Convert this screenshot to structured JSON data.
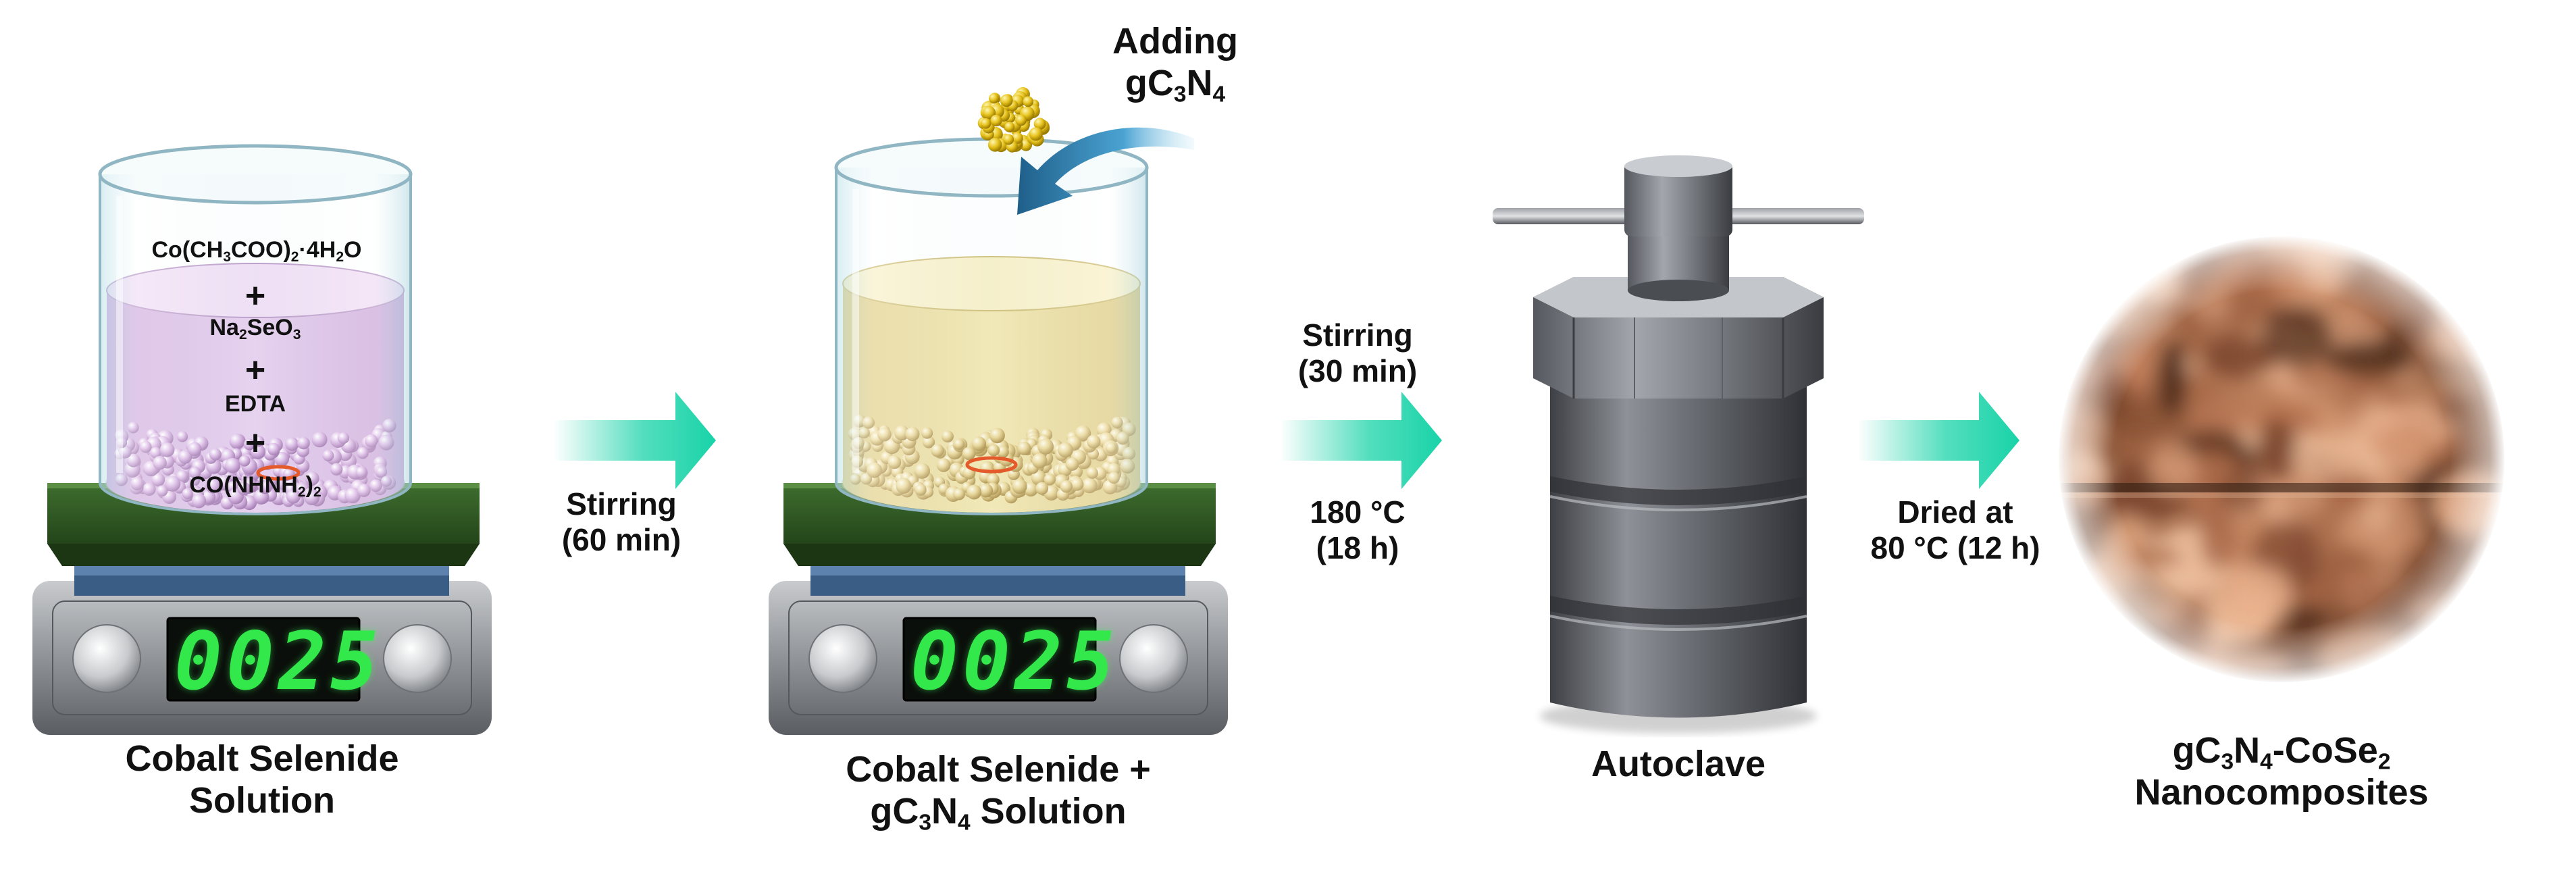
{
  "stages": {
    "cobalt_solution": {
      "caption_lines": [
        "Cobalt Selenide",
        "Solution"
      ],
      "reagents": [
        "Co(CH3COO)2·4H2O",
        "Na2SeO3",
        "EDTA",
        "CO(NHNH2)2"
      ],
      "plus_sign": "+",
      "display": "0025"
    },
    "mixed_solution": {
      "caption_line1": "Cobalt Selenide +",
      "caption_line2": "Solution",
      "gc3n4_prefix": "gC",
      "display": "0025",
      "adding_label": "Adding"
    },
    "autoclave": {
      "caption": "Autoclave"
    },
    "product": {
      "caption_line2": "Nanocomposites",
      "caption_suffix": "-CoSe"
    }
  },
  "steps": {
    "step1": {
      "line1": "Stirring",
      "line2": "(60 min)"
    },
    "step2": {
      "line1": "Stirring",
      "line2": "(30 min)",
      "line3": "180 °C",
      "line4": "(18 h)"
    },
    "step3": {
      "line1": "Dried at",
      "line2": "80 °C (12 h)"
    }
  },
  "formula_parts": {
    "c": "C",
    "n": "N",
    "sub3": "3",
    "sub4": "4",
    "sub2": "2"
  },
  "colors": {
    "arrow_teal": "#19d3a8",
    "cobalt_solution": "#e3c7ec",
    "mixed_solution": "#efe2a2",
    "hotplate_top": "#2f5a22",
    "hotplate_body": "#8c8f93",
    "display_green": "#33e84a",
    "autoclave_steel": "#5e6167",
    "product_copper": "#b57452"
  },
  "icons": [
    "beaker-icon",
    "hotplate-icon",
    "process-arrow-icon",
    "nanoparticle-cluster-icon",
    "autoclave-icon",
    "sem-micrograph-icon"
  ]
}
